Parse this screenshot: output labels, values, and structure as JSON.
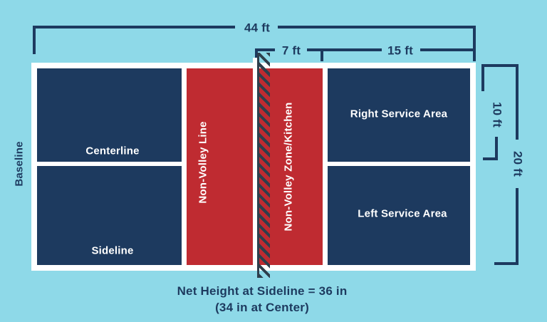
{
  "title": "Pickleball court dimensions diagram",
  "colors": {
    "background": "#8ED9E8",
    "court_navy": "#1D3A5F",
    "kitchen_red": "#BF2B31",
    "line_white": "#FFFFFF",
    "net_dark": "#2E3E4C",
    "dimension_navy": "#1D3A5F"
  },
  "court": {
    "baseline_label": "Baseline",
    "areas": {
      "centerline_label": "Centerline",
      "sideline_label": "Sideline",
      "non_volley_line_label": "Non-Volley Line",
      "non_volley_zone_label": "Non-Volley Zone/Kitchen",
      "right_service_label": "Right Service Area",
      "left_service_label": "Left Service Area"
    }
  },
  "dimensions": {
    "total_length": "44 ft",
    "kitchen_depth": "7 ft",
    "service_area_length": "15 ft",
    "half_court_width": "10 ft",
    "court_width": "20 ft"
  },
  "net_note": {
    "line1": "Net Height at Sideline = 36 in",
    "line2": "(34 in at Center)"
  }
}
